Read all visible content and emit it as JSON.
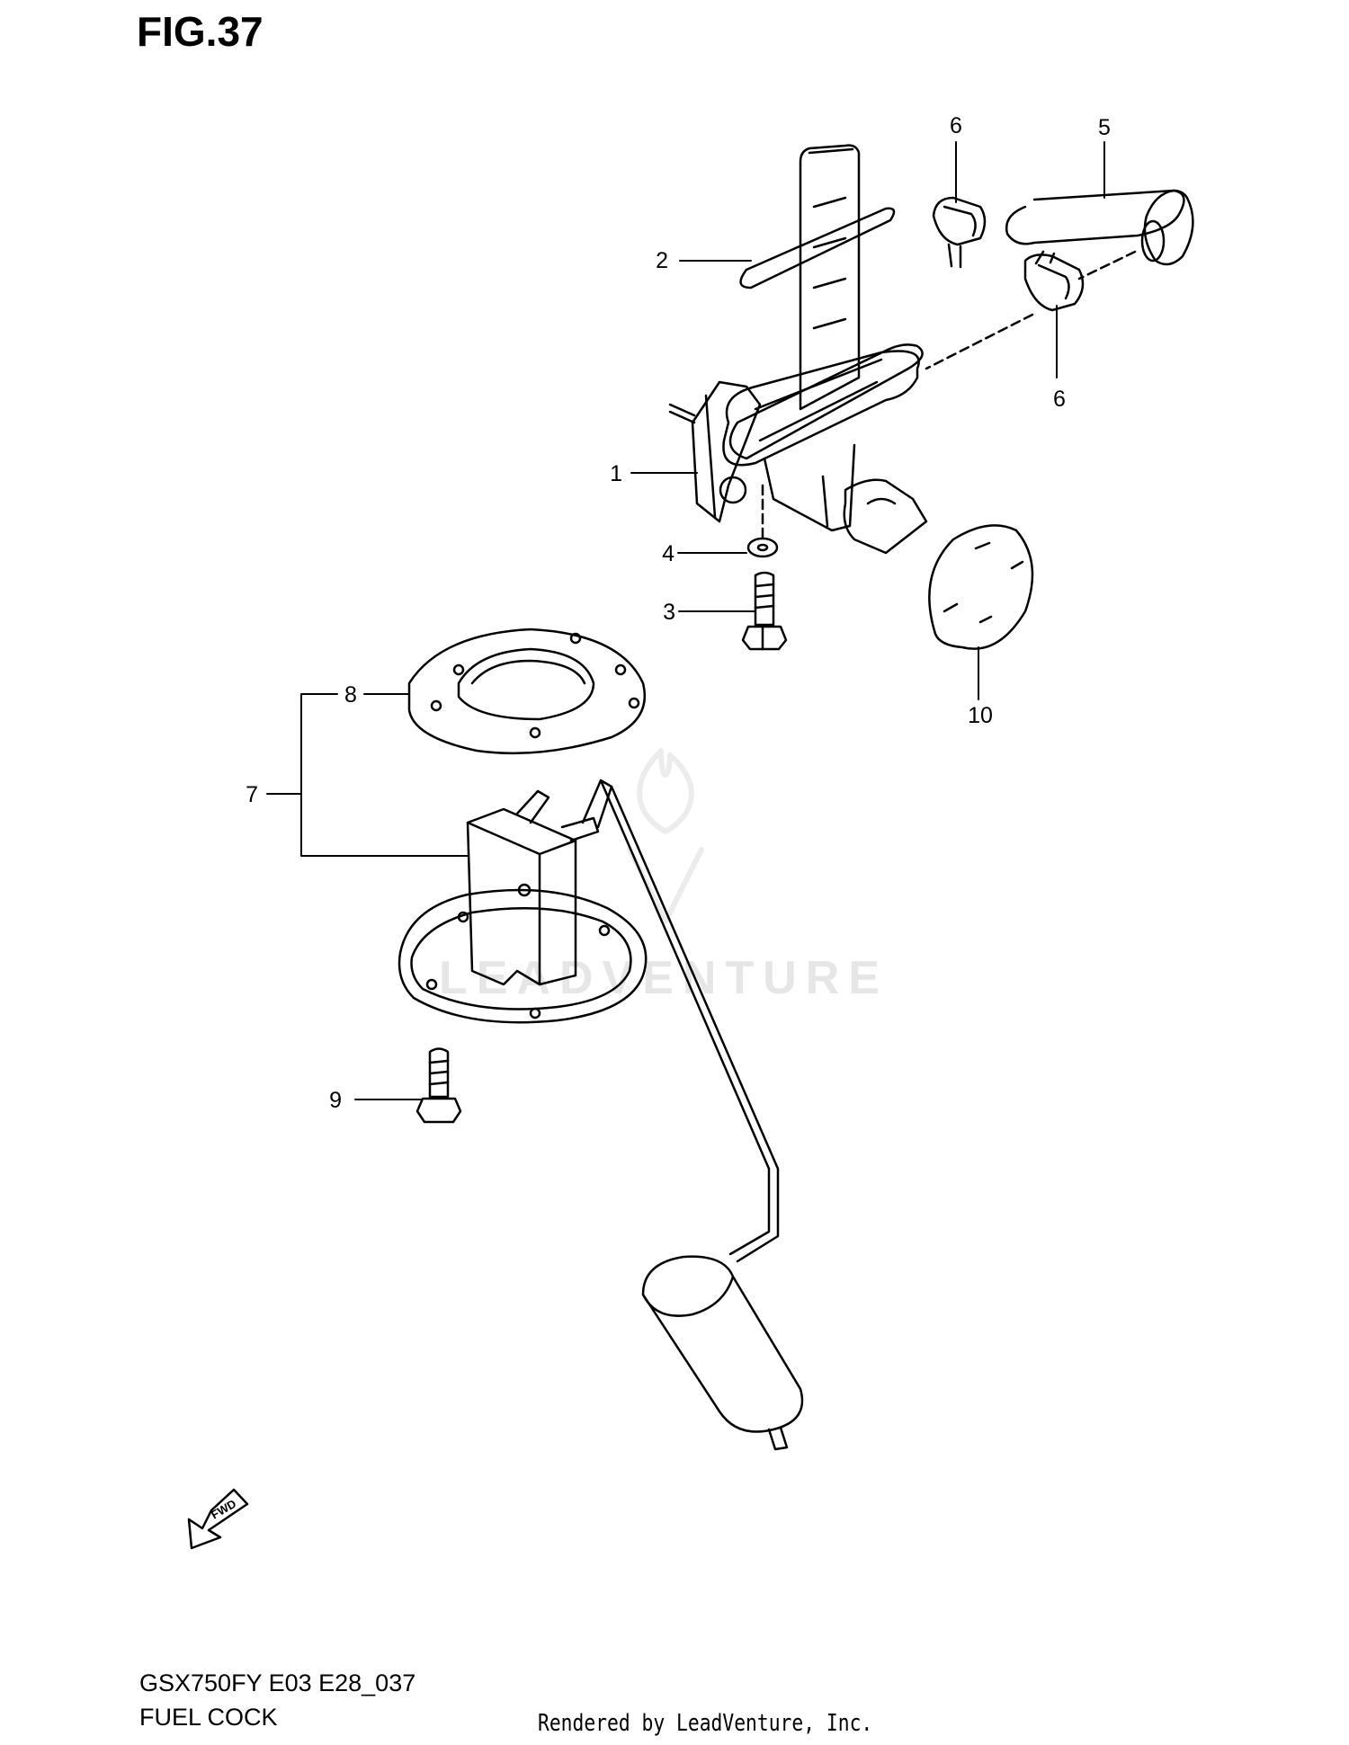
{
  "figure": {
    "title": "FIG.37"
  },
  "footer": {
    "model_code": "GSX750FY E03 E28_037",
    "section_name": "FUEL COCK",
    "rendered_by": "Rendered by LeadVenture, Inc."
  },
  "watermark": {
    "text": "LEADVENTURE"
  },
  "fwd_badge": {
    "text": "FWD"
  },
  "callouts": [
    {
      "label": "1"
    },
    {
      "label": "2"
    },
    {
      "label": "3"
    },
    {
      "label": "4"
    },
    {
      "label": "5"
    },
    {
      "label": "6"
    },
    {
      "label": "6"
    },
    {
      "label": "7"
    },
    {
      "label": "8"
    },
    {
      "label": "9"
    },
    {
      "label": "10"
    }
  ]
}
